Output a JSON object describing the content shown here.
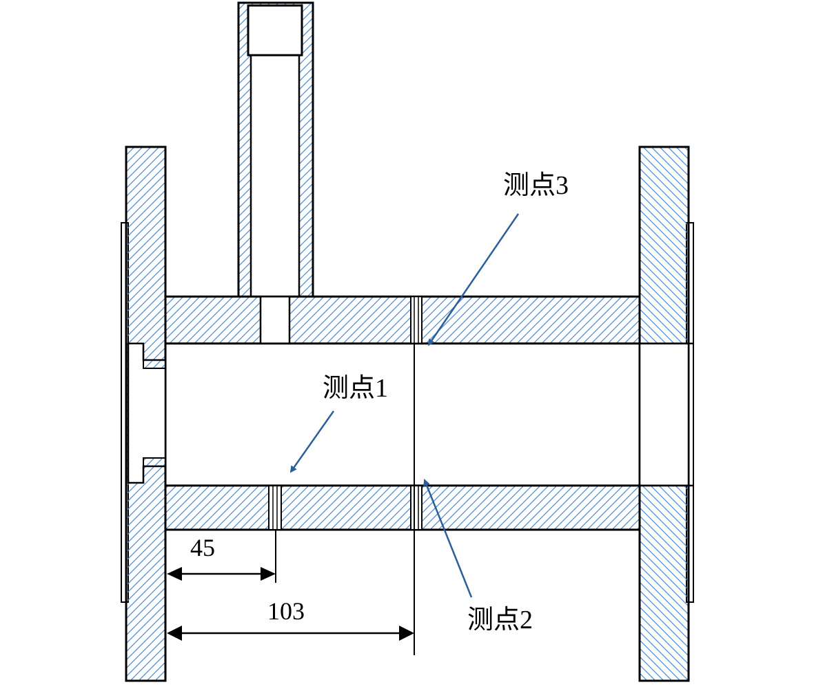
{
  "labels": {
    "point1": "测点1",
    "point2": "测点2",
    "point3": "测点3"
  },
  "dimensions": {
    "d1": "45",
    "d2": "103"
  },
  "colors": {
    "hatch": "#4a90d9",
    "leader": "#2a5f9a",
    "outline": "#000000"
  }
}
